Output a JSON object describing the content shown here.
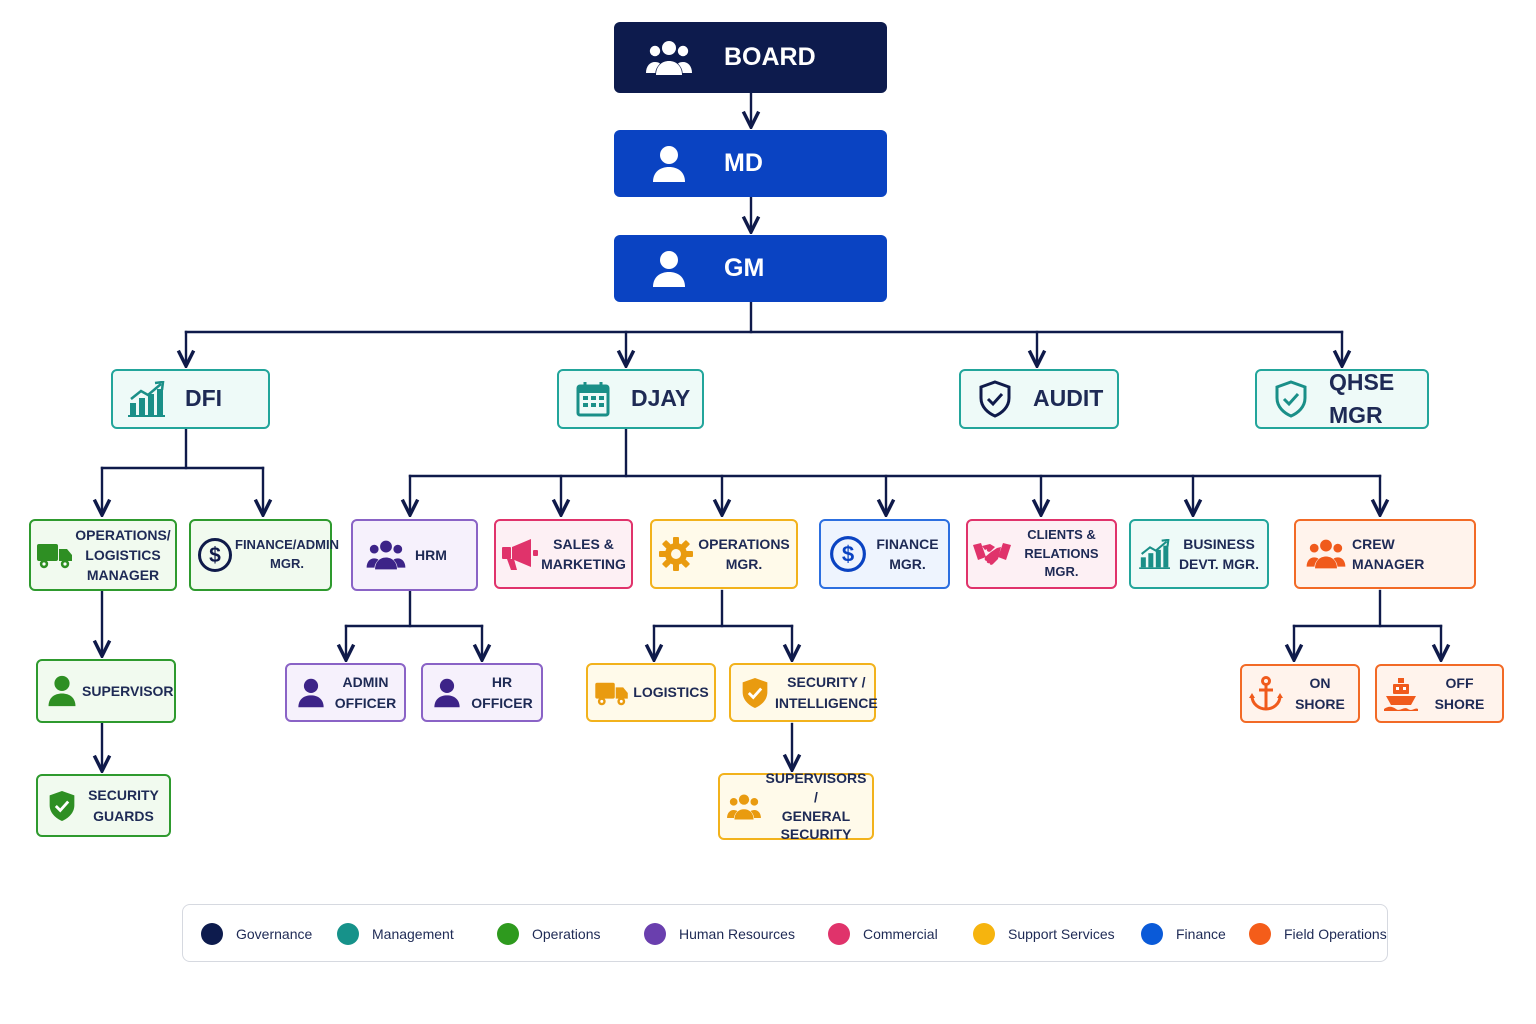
{
  "nodes": {
    "board": {
      "label": "BOARD",
      "icon": "people-group-icon"
    },
    "md": {
      "label": "MD",
      "icon": "user-icon"
    },
    "gm": {
      "label": "GM",
      "icon": "user-icon"
    },
    "dfi": {
      "label": "DFI",
      "icon": "bar-chart-growth-icon"
    },
    "djay": {
      "label": "DJAY",
      "icon": "calendar-icon"
    },
    "audit": {
      "label": "AUDIT",
      "icon": "shield-check-icon"
    },
    "qhse": {
      "label": "QHSE MGR",
      "icon": "shield-check-icon"
    },
    "ops_log": {
      "label": "OPERATIONS/\nLOGISTICS\nMANAGER",
      "icon": "truck-icon"
    },
    "fin_admin": {
      "label": "FINANCE/ADMIN\nMGR.",
      "icon": "dollar-circle-icon"
    },
    "hrm": {
      "label": "HRM",
      "icon": "people-group-icon"
    },
    "sales": {
      "label": "SALES &\nMARKETING",
      "icon": "megaphone-icon"
    },
    "ops_mgr": {
      "label": "OPERATIONS\nMGR.",
      "icon": "gear-icon"
    },
    "finance_mgr": {
      "label": "FINANCE\nMGR.",
      "icon": "dollar-circle-icon"
    },
    "clients": {
      "label": "CLIENTS &\nRELATIONS MGR.",
      "icon": "handshake-icon"
    },
    "business": {
      "label": "BUSINESS\nDEVT. MGR.",
      "icon": "bar-chart-growth-icon"
    },
    "crew": {
      "label": "CREW MANAGER",
      "icon": "people-group-icon"
    },
    "supervisor": {
      "label": "SUPERVISOR",
      "icon": "user-icon"
    },
    "security_guards": {
      "label": "SECURITY\nGUARDS",
      "icon": "shield-check-icon"
    },
    "admin_officer": {
      "label": "ADMIN\nOFFICER",
      "icon": "user-icon"
    },
    "hr_officer": {
      "label": "HR\nOFFICER",
      "icon": "user-icon"
    },
    "logistics": {
      "label": "LOGISTICS",
      "icon": "truck-icon"
    },
    "security_intel": {
      "label": "SECURITY /\nINTELLIGENCE",
      "icon": "shield-check-icon"
    },
    "supervisors_gs": {
      "label": "SUPERVISORS /\nGENERAL\nSECURITY",
      "icon": "people-group-icon"
    },
    "on_shore": {
      "label": "ON SHORE",
      "icon": "anchor-icon"
    },
    "off_shore": {
      "label": "OFF SHORE",
      "icon": "ship-icon"
    }
  },
  "legend": [
    {
      "label": "Governance",
      "color": "#0d1b4d"
    },
    {
      "label": "Management",
      "color": "#16928a"
    },
    {
      "label": "Operations",
      "color": "#2e9a1e"
    },
    {
      "label": "Human Resources",
      "color": "#6a3fae"
    },
    {
      "label": "Commercial",
      "color": "#e0336b"
    },
    {
      "label": "Support Services",
      "color": "#f6b40e"
    },
    {
      "label": "Finance",
      "color": "#0a5ad8"
    },
    {
      "label": "Field Operations",
      "color": "#f45d1a"
    }
  ],
  "colors": {
    "connector": "#0f1a4a",
    "teal": "#1a8f88",
    "green": "#2e8f23",
    "purple": "#3d2488",
    "pink": "#e0336b",
    "yellow": "#e99b10",
    "blue": "#0a43c2",
    "orange": "#f05a1c"
  }
}
